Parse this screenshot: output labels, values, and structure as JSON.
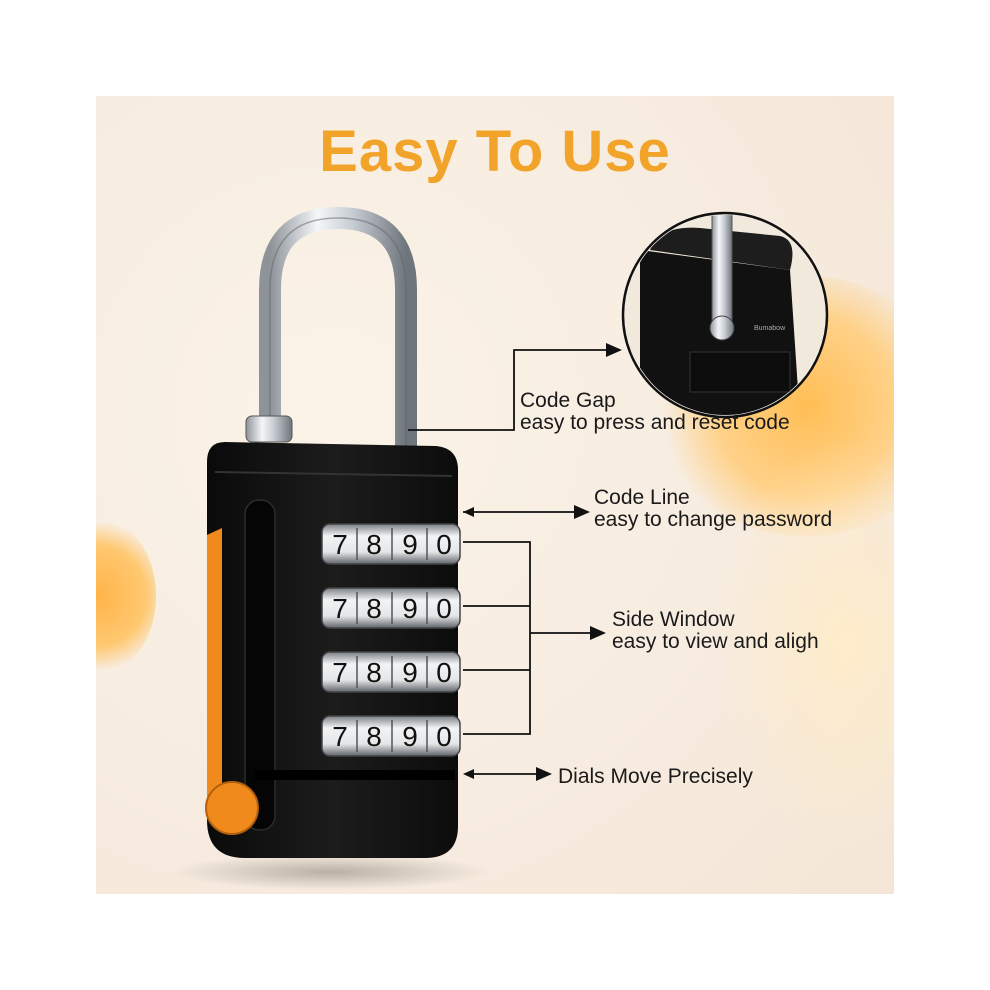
{
  "title": "Easy To Use",
  "callouts": {
    "code_gap": {
      "title": "Code Gap",
      "desc": "easy to press and reset code"
    },
    "code_line": {
      "title": "Code Line",
      "desc": "easy to change password"
    },
    "side_window": {
      "title": "Side Window",
      "desc": "easy to view and aligh"
    },
    "dials": {
      "title": "Dials Move Precisely"
    }
  },
  "dial_rows": [
    [
      "7",
      "8",
      "9",
      "0"
    ],
    [
      "7",
      "8",
      "9",
      "0"
    ],
    [
      "7",
      "8",
      "9",
      "0"
    ],
    [
      "7",
      "8",
      "9",
      "0"
    ]
  ],
  "inset_text": "Bumabow",
  "colors": {
    "accent": "#f2a32a",
    "lock_body": "#121212",
    "orange_trim": "#f08a1c"
  }
}
